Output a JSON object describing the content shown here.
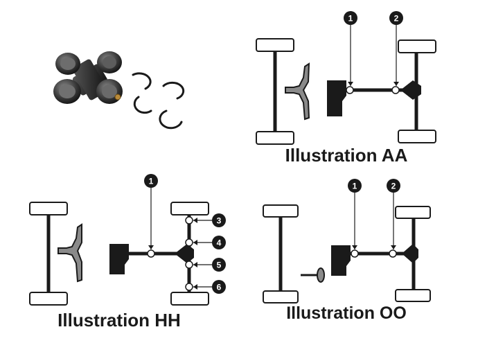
{
  "diagram": {
    "illustrations": [
      {
        "id": "aa",
        "title": "Illustration AA",
        "callouts": [
          "1",
          "2"
        ]
      },
      {
        "id": "hh",
        "title": "Illustration HH",
        "callouts": [
          "1",
          "3",
          "4",
          "5",
          "6"
        ]
      },
      {
        "id": "oo",
        "title": "Illustration OO",
        "callouts": [
          "1",
          "2"
        ]
      }
    ],
    "product_photo": "universal-joint-with-snap-rings",
    "colors": {
      "ink": "#1a1a1a",
      "gray": "#8a8a8a",
      "badge": "#1a1a1a"
    }
  }
}
